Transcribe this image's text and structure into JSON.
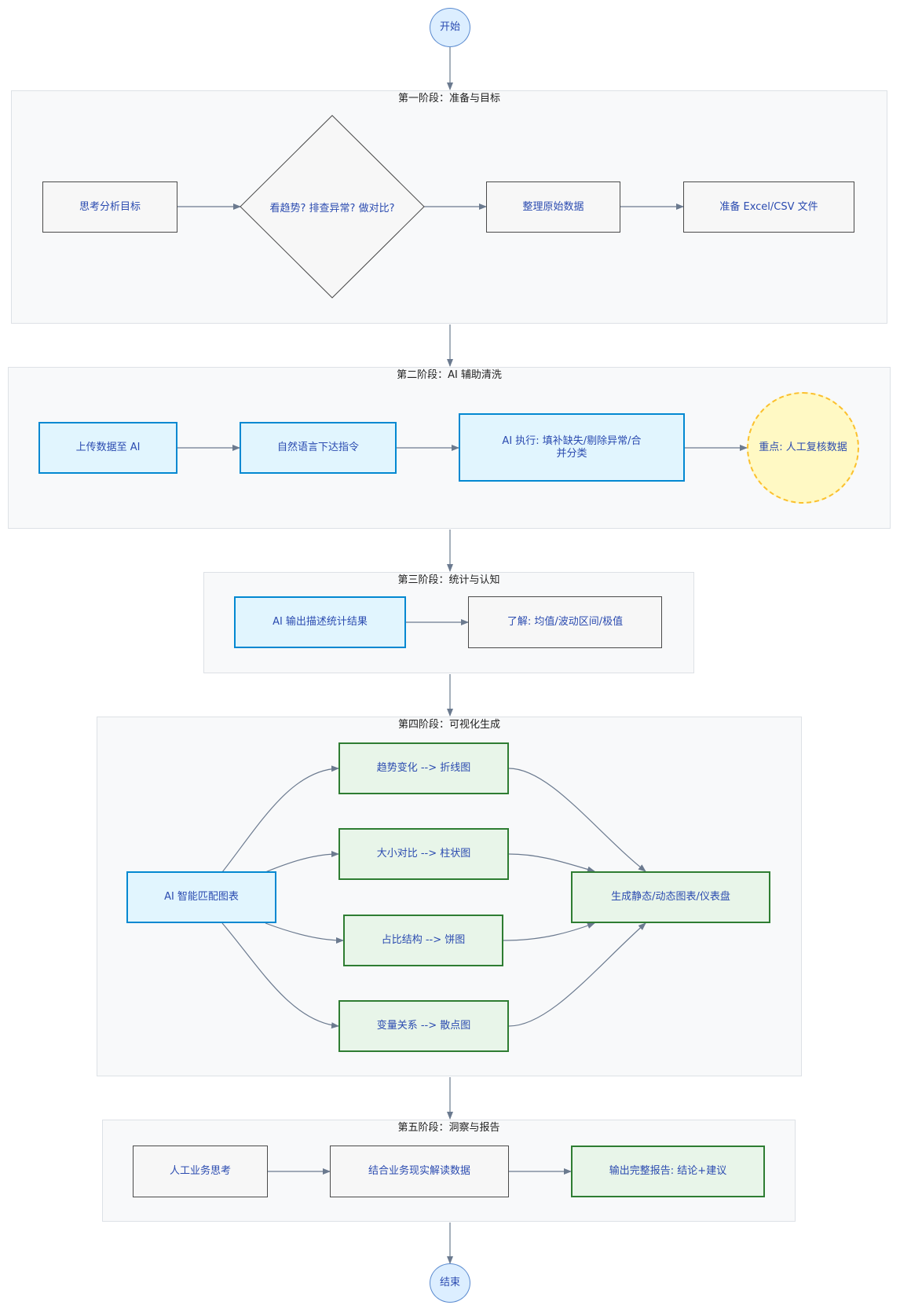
{
  "start": "开始",
  "end": "结束",
  "stage1": {
    "title": "第一阶段：准备与目标",
    "think_goal": "思考分析目标",
    "decision": "看趋势? 排查异常? 做对比?",
    "organize_data": "整理原始数据",
    "prepare_file": "准备 Excel/CSV 文件"
  },
  "stage2": {
    "title": "第二阶段：AI 辅助清洗",
    "upload": "上传数据至 AI",
    "instruct": "自然语言下达指令",
    "ai_execute_line1": "AI 执行: 填补缺失/剔除异常/合",
    "ai_execute_line2": "并分类",
    "review": "重点: 人工复核数据"
  },
  "stage3": {
    "title": "第三阶段：统计与认知",
    "ai_stats": "AI 输出描述统计结果",
    "understand": "了解: 均值/波动区间/极值"
  },
  "stage4": {
    "title": "第四阶段：可视化生成",
    "match": "AI 智能匹配图表",
    "trend": "趋势变化 --> 折线图",
    "size": "大小对比 --> 柱状图",
    "share": "占比结构 --> 饼图",
    "relation": "变量关系 --> 散点图",
    "generate": "生成静态/动态图表/仪表盘"
  },
  "stage5": {
    "title": "第五阶段：洞察与报告",
    "business": "人工业务思考",
    "combine": "结合业务现实解读数据",
    "report": "输出完整报告: 结论+建议"
  },
  "colors": {
    "edge": "#6b7a8f",
    "blue_border": "#0288d1",
    "green_border": "#2e7d32",
    "yellow_border": "#fbc02d"
  }
}
